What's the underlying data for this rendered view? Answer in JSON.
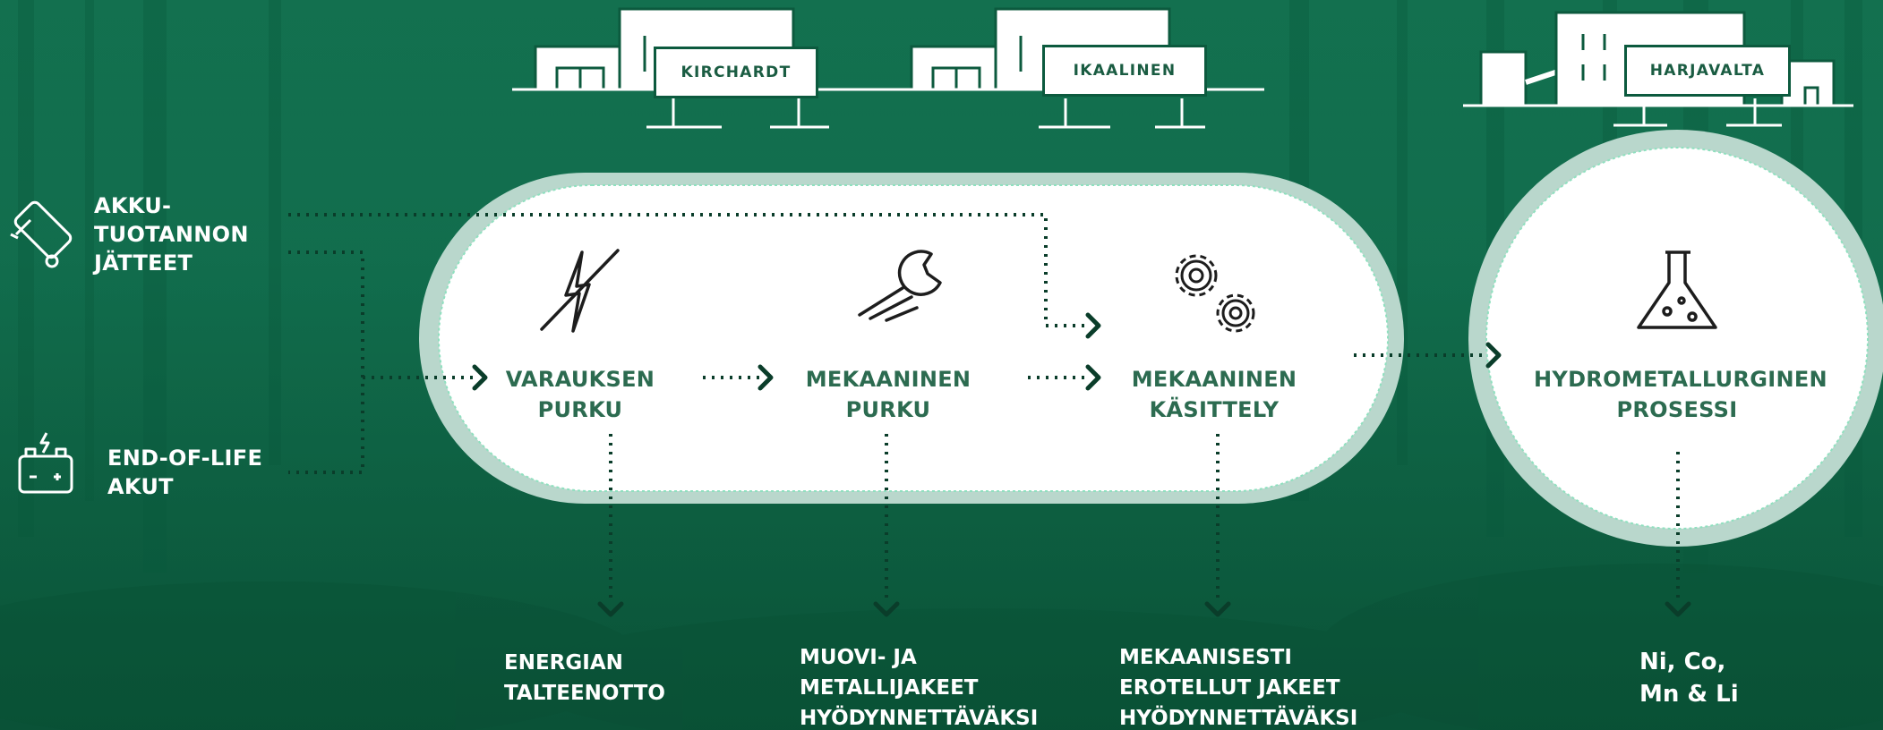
{
  "sites": {
    "kirchardt": "KIRCHARDT",
    "ikaalinen": "IKAALINEN",
    "harjavalta": "HARJAVALTA"
  },
  "inputs": {
    "production_waste": [
      "AKKU-",
      "TUOTANNON",
      "JÄTTEET"
    ],
    "end_of_life": [
      "END-OF-LIFE",
      "AKUT"
    ]
  },
  "steps": {
    "discharge": [
      "VARAUKSEN",
      "PURKU"
    ],
    "mechanical_dismantling": [
      "MEKAANINEN",
      "PURKU"
    ],
    "mechanical_processing": [
      "MEKAANINEN",
      "KÄSITTELY"
    ],
    "hydrometallurgy": [
      "HYDROMETALLURGINEN",
      "PROSESSI"
    ]
  },
  "outputs": {
    "energy": [
      "ENERGIAN",
      "TALTEENOTTO"
    ],
    "plastic_metal": [
      "MUOVI- JA",
      "METALLIJAKEET",
      "HYÖDYNNETTÄVÄKSI"
    ],
    "mechanical_fractions": [
      "MEKAANISESTI",
      "EROTELLUT JAKEET",
      "HYÖDYNNETTÄVÄKSI"
    ],
    "metals": [
      "Ni, Co,",
      "Mn & Li"
    ]
  },
  "icons": {
    "production_waste": "battery-cell-icon",
    "end_of_life": "car-battery-icon",
    "discharge": "lightning-icon",
    "mechanical_dismantling": "wrench-icon",
    "mechanical_processing": "gears-icon",
    "hydrometallurgy": "flask-icon"
  },
  "colors": {
    "background": "#0f6a4a",
    "panel": "#ffffff",
    "panel_ring": "#b9d7cc",
    "dotted_line": "#0a3d2a",
    "step_text": "#2c6b50",
    "label_text": "#ffffff"
  }
}
